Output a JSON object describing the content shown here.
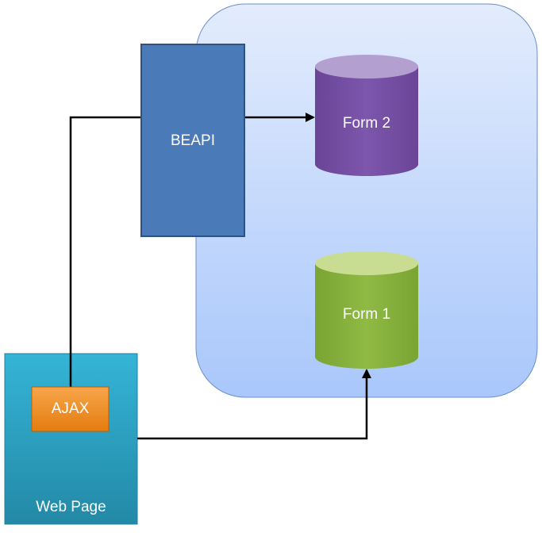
{
  "diagram": {
    "container": {
      "label": ""
    },
    "beapi": {
      "label": "BEAPI"
    },
    "form2": {
      "label": "Form 2"
    },
    "form1": {
      "label": "Form 1"
    },
    "webpage": {
      "label": "Web Page"
    },
    "ajax": {
      "label": "AJAX"
    },
    "colors": {
      "container_top": "#e3ecfd",
      "container_bottom": "#a9c7fb",
      "container_border": "#6d8fc9",
      "beapi_fill": "#4a7ab7",
      "beapi_border": "#2e5283",
      "form2_body": "#7a53a8",
      "form2_top": "#b39fd0",
      "form1_body": "#8ab540",
      "form1_top": "#c8dd92",
      "webpage_top": "#35b4d6",
      "webpage_bottom": "#2389a7",
      "ajax_fill": "#ef8b1e",
      "connector": "#000000"
    }
  }
}
